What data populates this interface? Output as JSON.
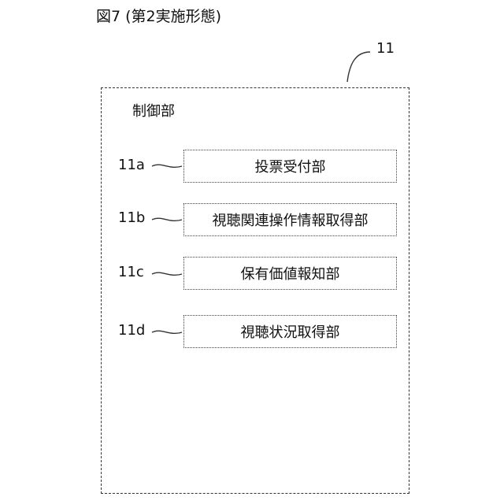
{
  "figure": {
    "title": "図7 (第2実施形態)"
  },
  "controller": {
    "ref": "11",
    "label": "制御部",
    "units": [
      {
        "ref": "11a",
        "label": "投票受付部"
      },
      {
        "ref": "11b",
        "label": "視聴関連操作情報取得部"
      },
      {
        "ref": "11c",
        "label": "保有価値報知部"
      },
      {
        "ref": "11d",
        "label": "視聴状況取得部"
      }
    ]
  }
}
